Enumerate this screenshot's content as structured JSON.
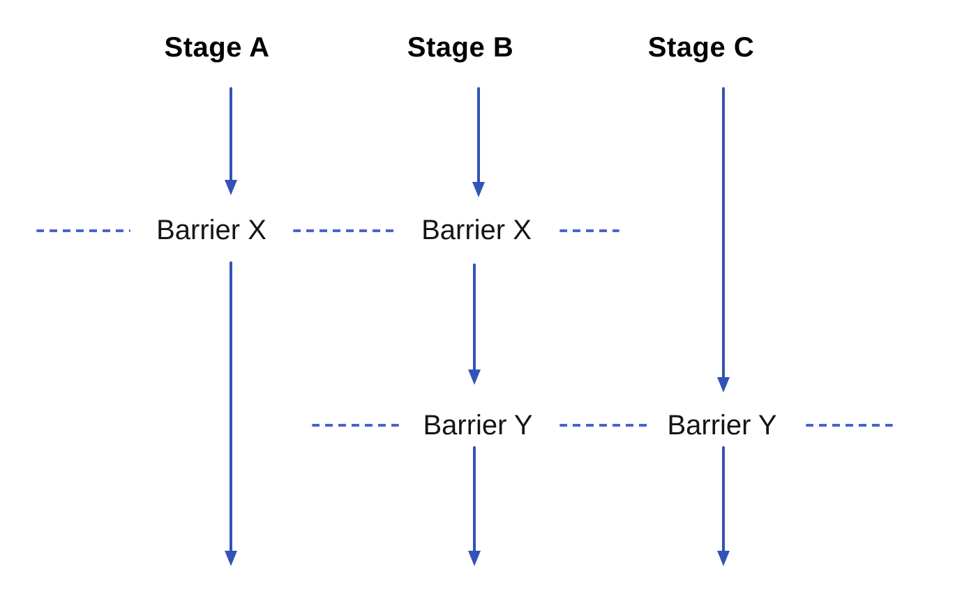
{
  "diagram": {
    "stages": [
      {
        "label": "Stage A"
      },
      {
        "label": "Stage B"
      },
      {
        "label": "Stage C"
      }
    ],
    "barriers": [
      {
        "label": "Barrier X"
      },
      {
        "label": "Barrier Y"
      }
    ],
    "colors": {
      "arrow_blue": "#3254b8",
      "dash_blue": "#4466cc",
      "text_color": "#000000",
      "background": "#ffffff"
    }
  }
}
